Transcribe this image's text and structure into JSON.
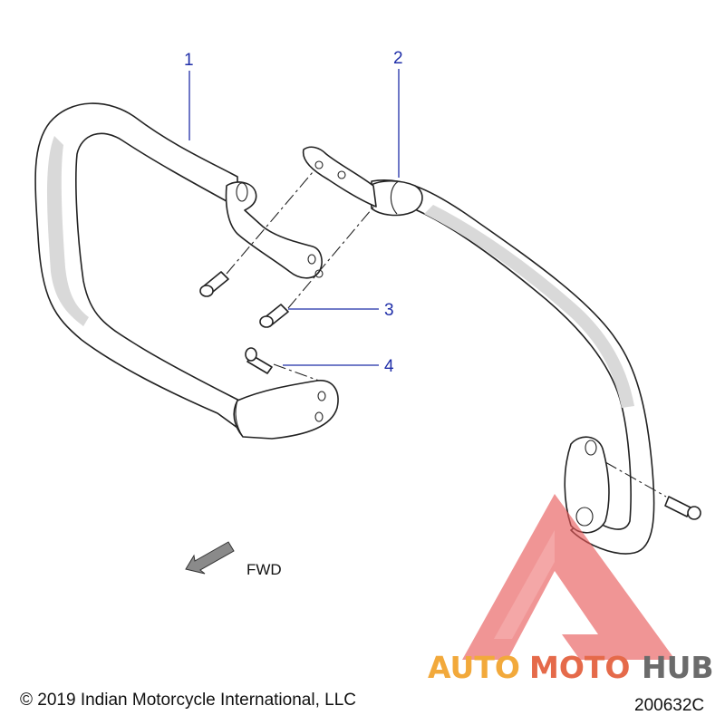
{
  "callouts": [
    {
      "id": "1"
    },
    {
      "id": "2"
    },
    {
      "id": "3"
    },
    {
      "id": "4"
    }
  ],
  "direction_label": "FWD",
  "copyright": "© 2019 Indian Motorcycle International, LLC",
  "figure_code": "200632C",
  "watermark": {
    "text_a": "AUTO",
    "text_b": "MOTO",
    "text_c": "HUB",
    "colors": {
      "accent": "#f2a93b",
      "red": "#e04848",
      "gray": "#6b6b6b"
    }
  },
  "colors": {
    "callout": "#1f2ea8",
    "line": "#222222"
  }
}
